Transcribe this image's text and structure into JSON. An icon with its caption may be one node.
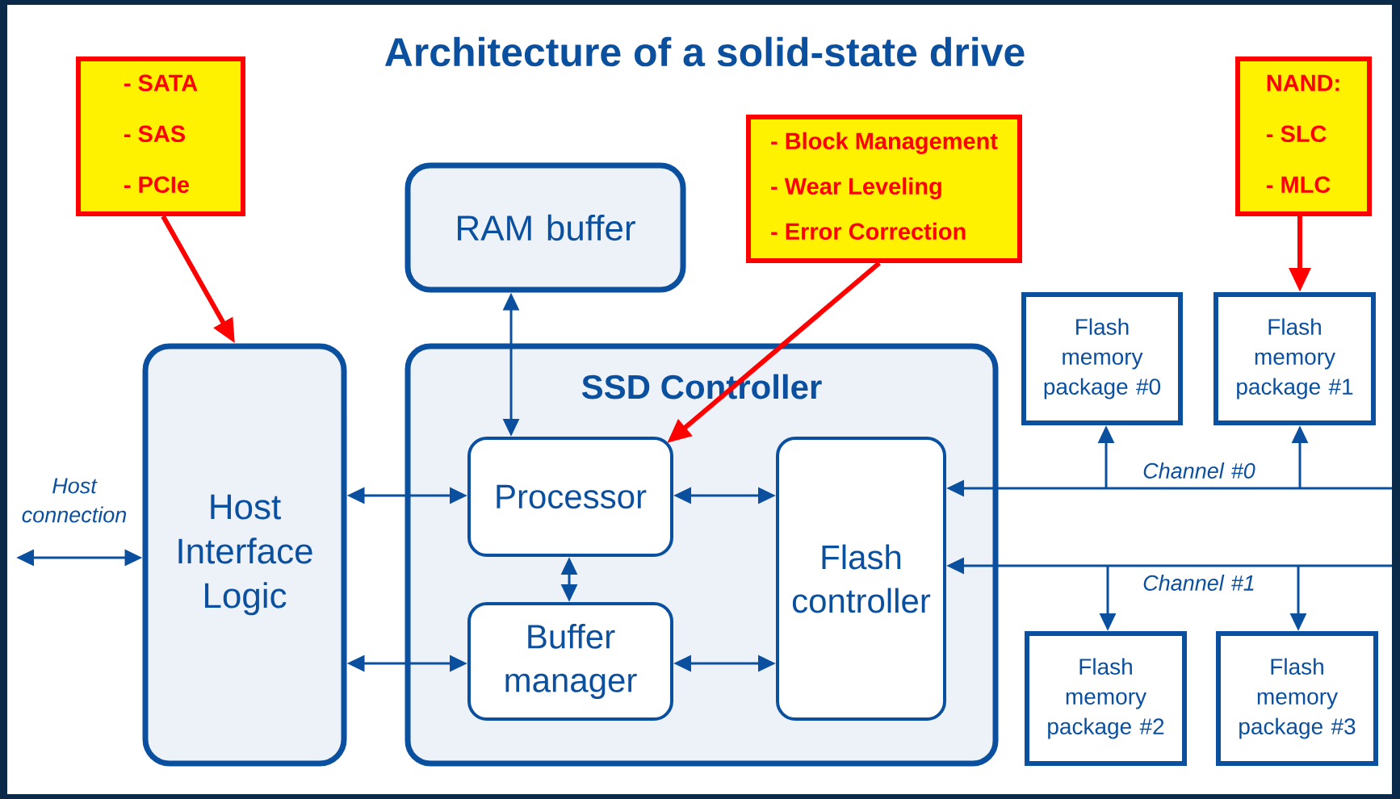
{
  "diagram": {
    "title": "Architecture of a solid-state drive",
    "nodes": [
      {
        "text": [
          "- SATA",
          "- SAS",
          "- PCIe"
        ]
      },
      {
        "text": [
          "RAM buffer"
        ]
      },
      {
        "text": [
          "- Block Management",
          "- Wear Leveling",
          "- Error Correction"
        ]
      },
      {
        "text": [
          "NAND:",
          "- SLC",
          "- MLC"
        ]
      },
      {
        "text": [
          "Host Interface Logic"
        ]
      },
      {
        "text": [
          "SSD Controller"
        ]
      },
      {
        "text": [
          "Processor"
        ],
        "in": 5
      },
      {
        "text": [
          "Buffer manager"
        ],
        "in": 5
      },
      {
        "text": [
          "Flash controller"
        ],
        "in": 5
      },
      {
        "text": [
          "Flash memory package #0"
        ]
      },
      {
        "text": [
          "Flash memory package #1"
        ]
      },
      {
        "text": [
          "Flash memory package #2"
        ]
      },
      {
        "text": [
          "Flash memory package #3"
        ]
      }
    ],
    "edges": [
      {
        "from": 0,
        "to": 4,
        "arrow": "to",
        "style": "thick",
        "color": "#ff0000"
      },
      {
        "from": 2,
        "to": 6,
        "arrow": "to",
        "style": "thick",
        "color": "#ff0000"
      },
      {
        "from": 3,
        "to": 10,
        "arrow": "to",
        "style": "thick",
        "color": "#ff0000"
      },
      {
        "from": null,
        "to": 4,
        "arrow": "both",
        "label": "Host connection"
      },
      {
        "from": 4,
        "to": 6,
        "arrow": "both"
      },
      {
        "from": 4,
        "to": 7,
        "arrow": "both"
      },
      {
        "from": 1,
        "to": 6,
        "arrow": "both"
      },
      {
        "from": 6,
        "to": 7,
        "arrow": "both"
      },
      {
        "from": 6,
        "to": 8,
        "arrow": "both"
      },
      {
        "from": 7,
        "to": 8,
        "arrow": "both"
      },
      {
        "from": null,
        "to": 8,
        "arrow": "to",
        "label": "Channel #0"
      },
      {
        "from": null,
        "to": 9,
        "arrow": "to"
      },
      {
        "from": null,
        "to": 10,
        "arrow": "to"
      },
      {
        "from": null,
        "to": 8,
        "arrow": "to",
        "label": "Channel #1"
      },
      {
        "from": null,
        "to": 11,
        "arrow": "to"
      },
      {
        "from": null,
        "to": 12,
        "arrow": "to"
      }
    ]
  }
}
